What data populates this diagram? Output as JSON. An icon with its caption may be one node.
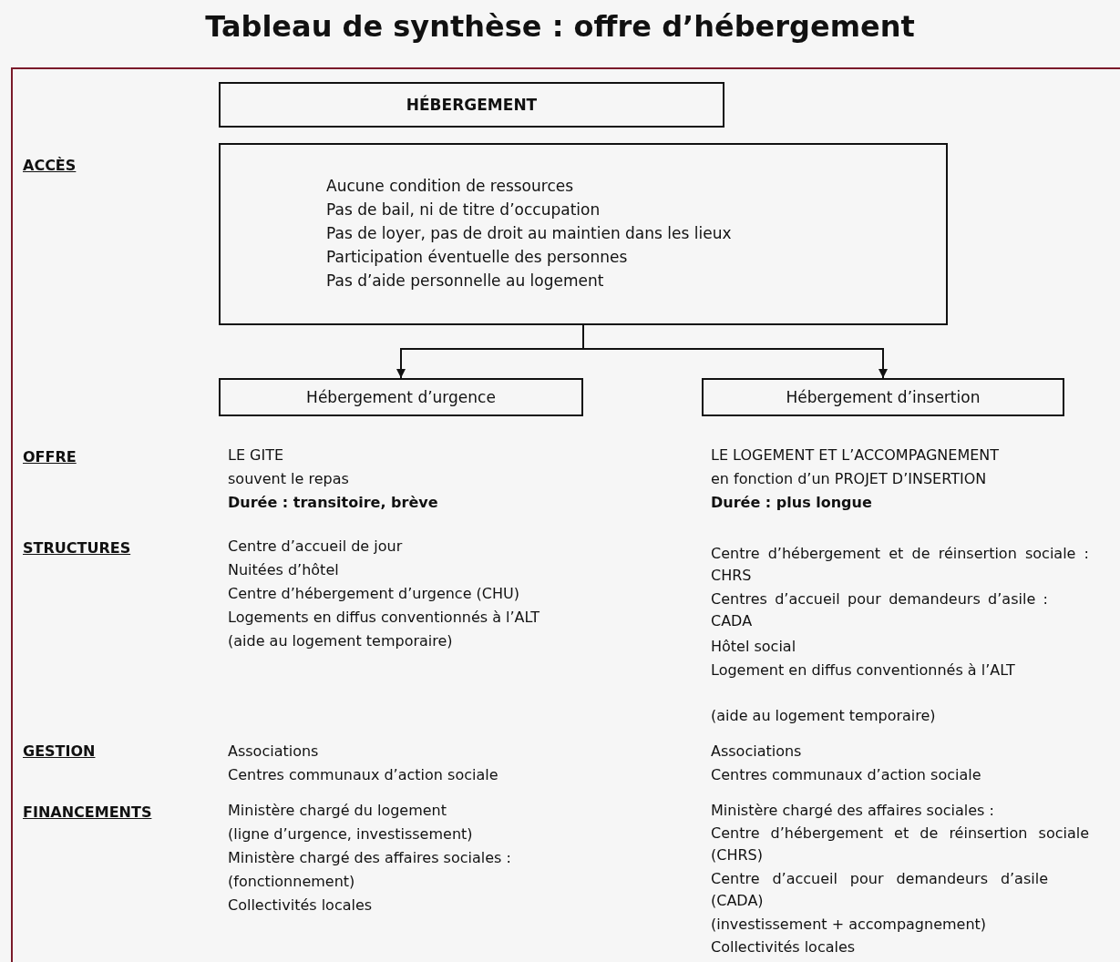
{
  "diagram": {
    "title": "Tableau de synthèse : offre d’hébergement",
    "nodes": [
      {
        "text": [
          "HÉBERGEMENT"
        ]
      },
      {
        "text": [
          "Aucune condition de ressources",
          "Pas de bail, ni de titre d’occupation",
          "Pas de loyer, pas de droit au maintien dans les lieux",
          "Participation éventuelle des personnes",
          "Pas d’aide personnelle au logement"
        ]
      },
      {
        "text": [
          "Hébergement d’urgence"
        ]
      },
      {
        "text": [
          "Hébergement d’insertion"
        ]
      }
    ],
    "edges": [
      {
        "from": 1,
        "to": 2,
        "arrow": "to"
      },
      {
        "from": 1,
        "to": 3,
        "arrow": "to"
      }
    ],
    "labels": [
      "ACCÈS",
      "OFFRE",
      "LE GITE",
      "souvent le repas",
      "Durée : transitoire, brève",
      "LE LOGEMENT ET L’ACCOMPAGNEMENT",
      "en fonction d’un PROJET D’INSERTION",
      "Durée : plus longue",
      "STRUCTURES",
      "Centre d’accueil de jour",
      "Nuitées d’hôtel",
      "Centre d’hébergement d’urgence (CHU)",
      "Logements en diffus conventionnés à l’ALT",
      "(aide au logement temporaire)",
      "Centre d’hébergement et de réinsertion sociale : CHRS",
      "Centres d’accueil pour demandeurs d’asile : CADA",
      "Hôtel social",
      "Logement en diffus conventionnés à l’ALT",
      "(aide au logement temporaire)",
      "GESTION",
      "Associations",
      "Centres communaux d’action sociale",
      "Associations",
      "Centres communaux d’action sociale",
      "FINANCEMENTS",
      "Ministère chargé du logement",
      "(ligne d’urgence, investissement)",
      "Ministère chargé des affaires sociales :",
      "(fonctionnement)",
      "Collectivités locales",
      "Ministère chargé des affaires sociales :",
      "Centre d’hébergement et de réinsertion sociale (CHRS)",
      "Centre d’accueil pour demandeurs d’asile (CADA)",
      "(investissement + accompagnement)",
      "Collectivités locales"
    ]
  }
}
